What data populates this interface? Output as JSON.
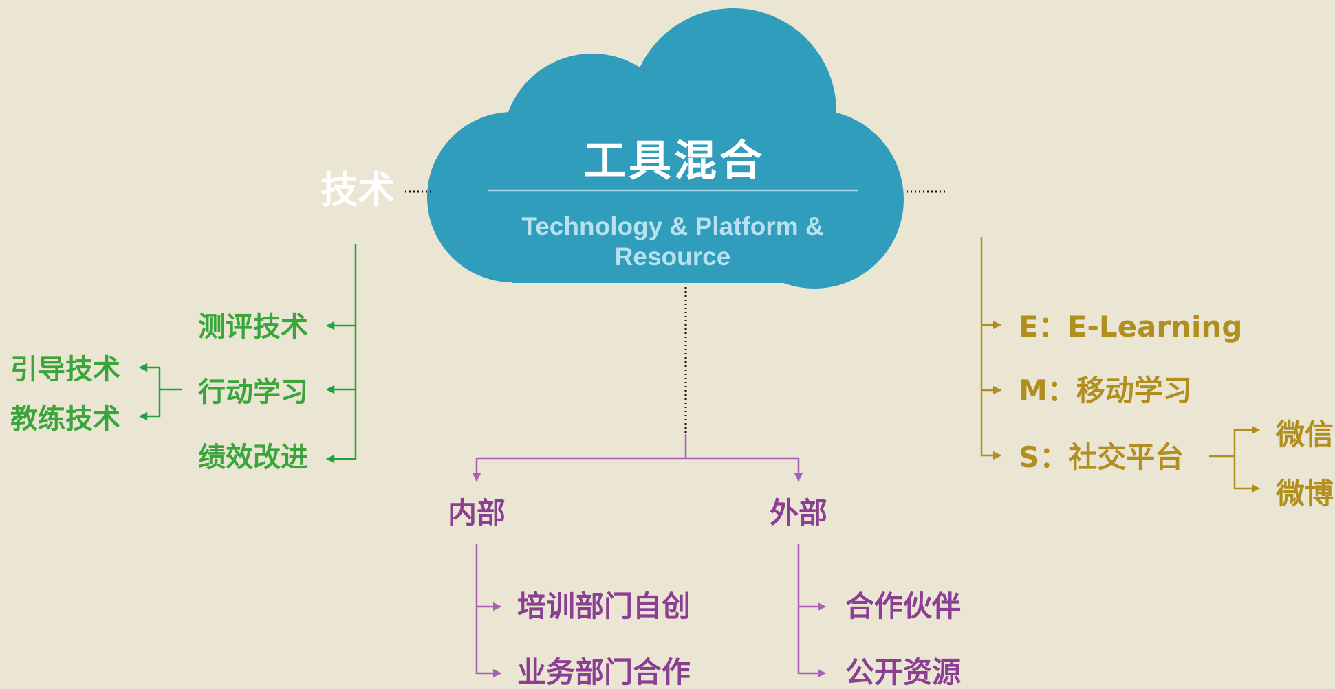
{
  "cloud": {
    "title": "工具混合",
    "subtitle": "Technology & Platform & Resource"
  },
  "left_branch": {
    "label": "技术",
    "items": [
      "测评技术",
      "行动学习",
      "绩效改进"
    ],
    "sub_items": [
      "引导技术",
      "教练技术"
    ]
  },
  "right_branch": {
    "items": [
      "E：E-Learning",
      "M：移动学习",
      "S：社交平台"
    ],
    "sub_items": [
      "微信",
      "微博"
    ]
  },
  "bottom_branch": {
    "internal": {
      "label": "内部",
      "items": [
        "培训部门自创",
        "业务部门合作"
      ]
    },
    "external": {
      "label": "外部",
      "items": [
        "合作伙伴",
        "公开资源"
      ]
    }
  },
  "colors": {
    "background": "#ebe6d4",
    "cloud": "#309dbc",
    "green": "#3aa53a",
    "gold": "#b08f1e",
    "purple": "#8a3f93",
    "connector_purple": "#a85fb5"
  }
}
